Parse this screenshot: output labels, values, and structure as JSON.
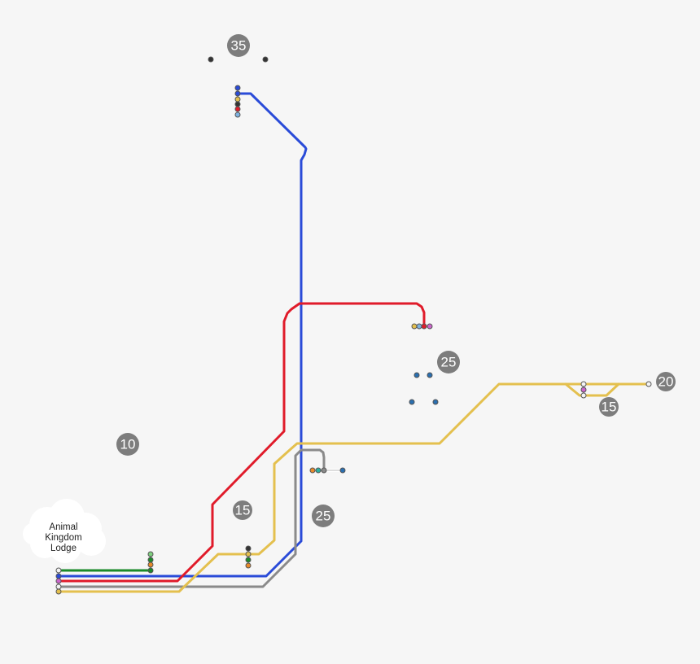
{
  "lodge": {
    "line1": "Animal",
    "line2": "Kingdom",
    "line3": "Lodge"
  },
  "badges": {
    "b35": "35",
    "b25_top": "25",
    "b20": "20",
    "b15_right": "15",
    "b10": "10",
    "b15_mid": "15",
    "b25_mid": "25"
  },
  "colors": {
    "blue": "#2a4bd8",
    "red": "#e01b2a",
    "yellow": "#e4c04e",
    "gray": "#8a8a8a",
    "green": "#1b8a2a",
    "badge": "#7d7d7d"
  }
}
